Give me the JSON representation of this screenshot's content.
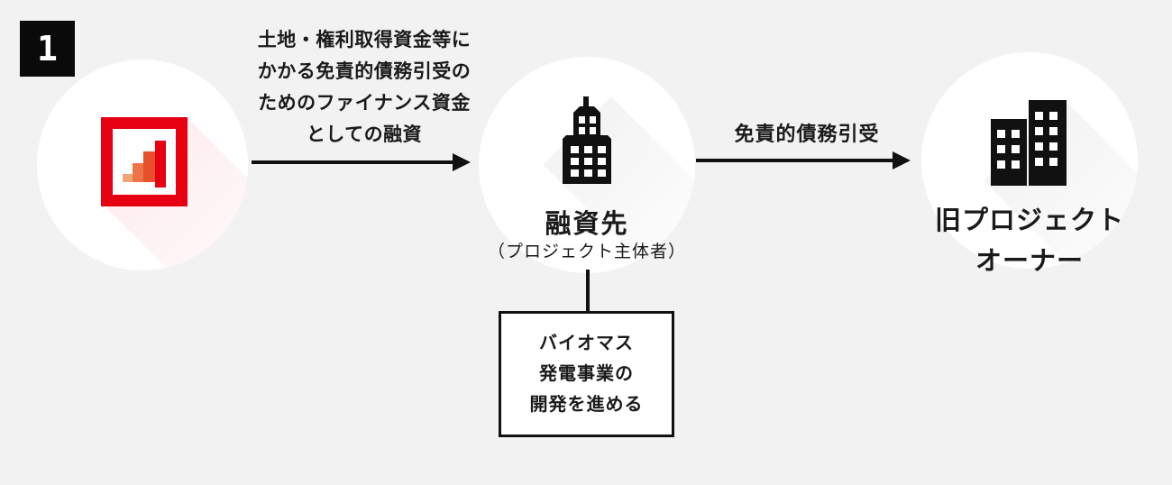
{
  "colors": {
    "background": "#f2f2f2",
    "ink": "#111111",
    "accent_red": "#e60012",
    "logo_bar_colors": [
      "#f2a479",
      "#ee7347",
      "#e8502c",
      "#e60012"
    ]
  },
  "badge": {
    "number": "1"
  },
  "nodes": {
    "lender": {
      "icon": "growth-bars-logo-icon"
    },
    "borrower": {
      "icon": "office-building-icon",
      "label": "融資先",
      "sublabel": "（プロジェクト主体者）"
    },
    "old_project_owner": {
      "icon": "two-buildings-icon",
      "label_line1": "旧プロジェクト",
      "label_line2": "オーナー"
    }
  },
  "arrows": {
    "loan": {
      "label_lines": [
        "土地・権利取得資金等に",
        "かかる免責的債務引受の",
        "ためのファイナンス資金",
        "としての融資"
      ]
    },
    "debt_assumption": {
      "label": "免責的債務引受"
    }
  },
  "note_box": {
    "lines": [
      "バイオマス",
      "発電事業の",
      "開発を進める"
    ]
  }
}
